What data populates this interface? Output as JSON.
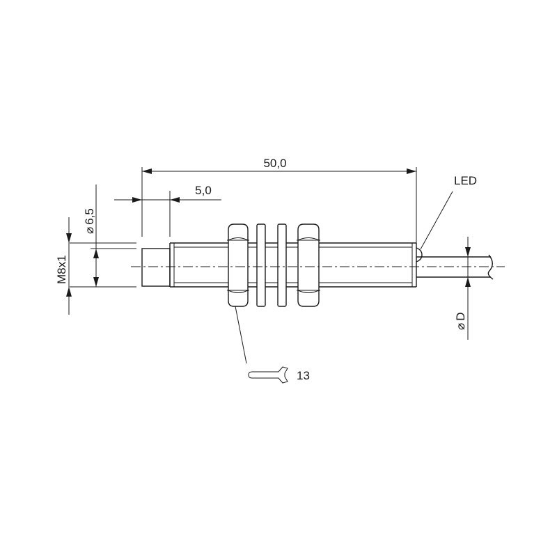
{
  "dimensions": {
    "overall_length": "50,0",
    "tip_length": "5,0",
    "tip_diameter": "6,5",
    "thread": "M8x1",
    "cable_diameter": "D",
    "wrench_size": "13"
  },
  "callouts": {
    "led": "LED"
  },
  "symbols": {
    "diameter": "⌀"
  }
}
